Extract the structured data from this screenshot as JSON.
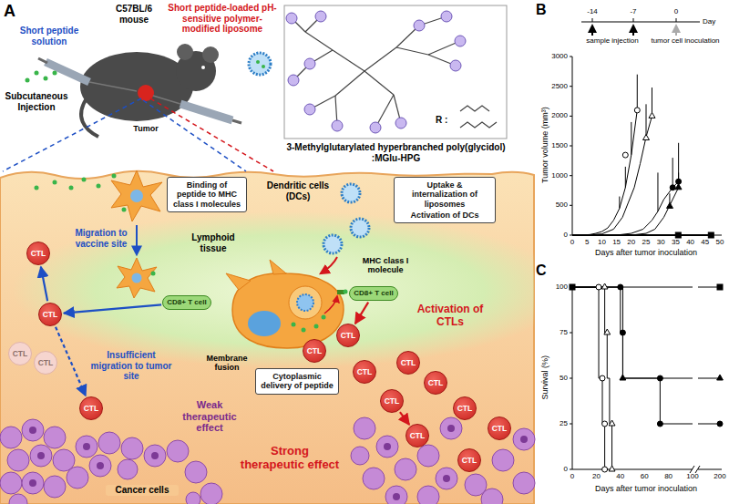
{
  "diagram": {
    "nodes": [
      {
        "text": [
          "Binding of peptide to MHC class I molecules"
        ]
      },
      {
        "text": [
          "Uptake & internalization of liposomes",
          "Activation of DCs"
        ]
      },
      {
        "text": [
          "Cytoplasmic delivery of peptide"
        ]
      },
      {
        "text": [
          "CTL"
        ]
      },
      {
        "text": [
          "CTL"
        ]
      },
      {
        "text": [
          "CTL"
        ]
      },
      {
        "text": [
          "CTL"
        ]
      },
      {
        "text": [
          "CTL"
        ]
      },
      {
        "text": [
          "CD8+ T cell"
        ]
      },
      {
        "text": [
          "CD8+ T cell"
        ]
      },
      {
        "text": [
          "CTL"
        ]
      },
      {
        "text": [
          "CTL"
        ]
      },
      {
        "text": [
          "CTL"
        ]
      },
      {
        "text": [
          "CTL"
        ]
      },
      {
        "text": [
          "CTL"
        ]
      },
      {
        "text": [
          "CTL"
        ]
      },
      {
        "text": [
          "CTL"
        ]
      },
      {
        "text": [
          "CTL"
        ]
      },
      {
        "text": [
          "CTL"
        ]
      },
      {
        "text": [
          "CTL"
        ]
      }
    ],
    "edges": [
      {
        "from": 8,
        "to": 4,
        "arrow": "to"
      },
      {
        "from": 4,
        "to": 3,
        "arrow": "to"
      },
      {
        "from": 4,
        "to": 7,
        "arrow": "to"
      },
      {
        "from": 9,
        "to": 10,
        "arrow": "to"
      },
      {
        "from": 15,
        "to": 16,
        "arrow": "to"
      }
    ],
    "labels": [
      "A",
      "C57BL/6 mouse",
      "Short peptide-loaded pH-sensitive polymer-modified liposome",
      "Short peptide solution",
      "Subcutaneous Injection",
      "Tumor",
      "3-Methylglutarylated hyperbranched poly(glycidol) :MGlu-HPG",
      "R :",
      "Dendritic cells (DCs)",
      "Lymphoid tissue",
      "Migration to vaccine site",
      "MHC class I molecule",
      "Activation of CTLs",
      "Membrane fusion",
      "Insufficient migration to tumor site",
      "Weak therapeutic effect",
      "Cancer cells",
      "Strong therapeutic effect",
      "B",
      "-14",
      "-7",
      "0",
      "Day",
      "sample injection",
      "tumor cell inoculation",
      "Tumor volume (mm³)",
      "0",
      "500",
      "1000",
      "1500",
      "2000",
      "2500",
      "3000",
      "0",
      "5",
      "10",
      "15",
      "20",
      "25",
      "30",
      "35",
      "40",
      "45",
      "50",
      "Days after tumor inoculation",
      "C",
      "Survival (%)",
      "100",
      "75",
      "50",
      "25",
      "0",
      "0",
      "20",
      "40",
      "60",
      "80",
      "100",
      "200",
      "Days after tumor inoculation"
    ]
  }
}
